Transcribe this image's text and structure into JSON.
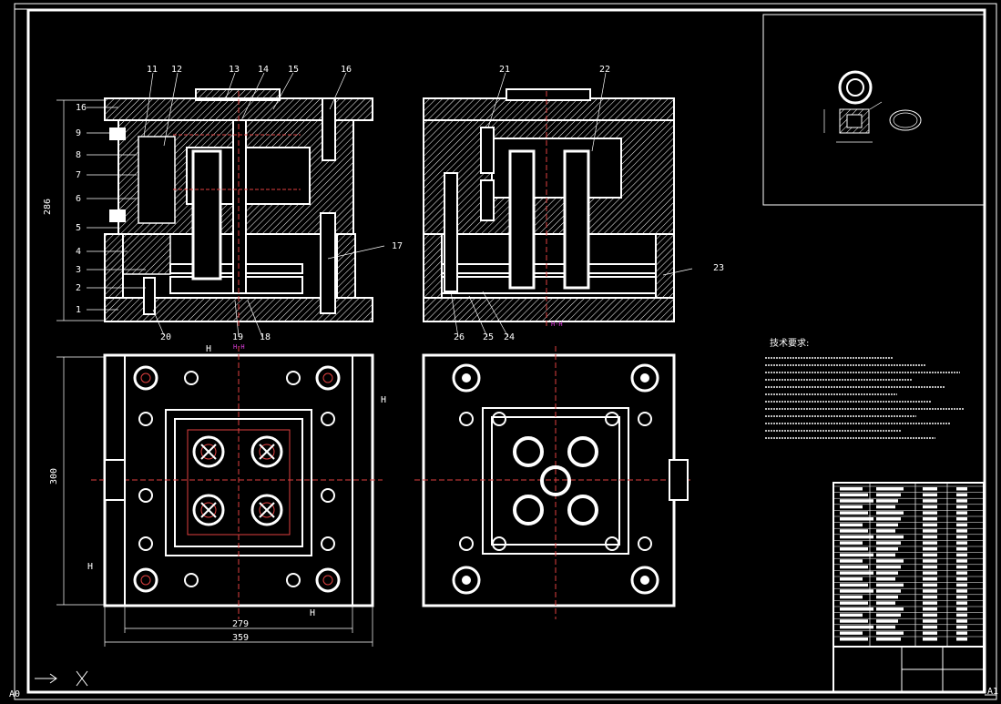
{
  "drawing": {
    "title": "Injection mould assembly drawing",
    "section_marks": {
      "top_left": "H-H",
      "top_right": "H-H"
    },
    "corner_labels": {
      "bottom_left": "A0",
      "bottom_right": "A1"
    },
    "part_numbers_left": [
      "16",
      "9",
      "8",
      "7",
      "6",
      "5",
      "4",
      "3",
      "2",
      "1"
    ],
    "part_numbers_top": [
      "11",
      "12",
      "13",
      "14",
      "15",
      "16",
      "21",
      "22"
    ],
    "part_numbers_bottom": [
      "20",
      "19",
      "18",
      "26",
      "25",
      "24"
    ],
    "part_numbers_right": [
      "17",
      "23"
    ],
    "dimensions": {
      "height_front": "286",
      "plan_height": "300",
      "plan_inner_width": "279",
      "plan_outer_width": "359"
    },
    "section_letter": "H",
    "technical_requirements": {
      "title": "技术要求:",
      "line_count": 12
    },
    "title_block": {
      "material_label": "",
      "drawing_name": ""
    }
  }
}
